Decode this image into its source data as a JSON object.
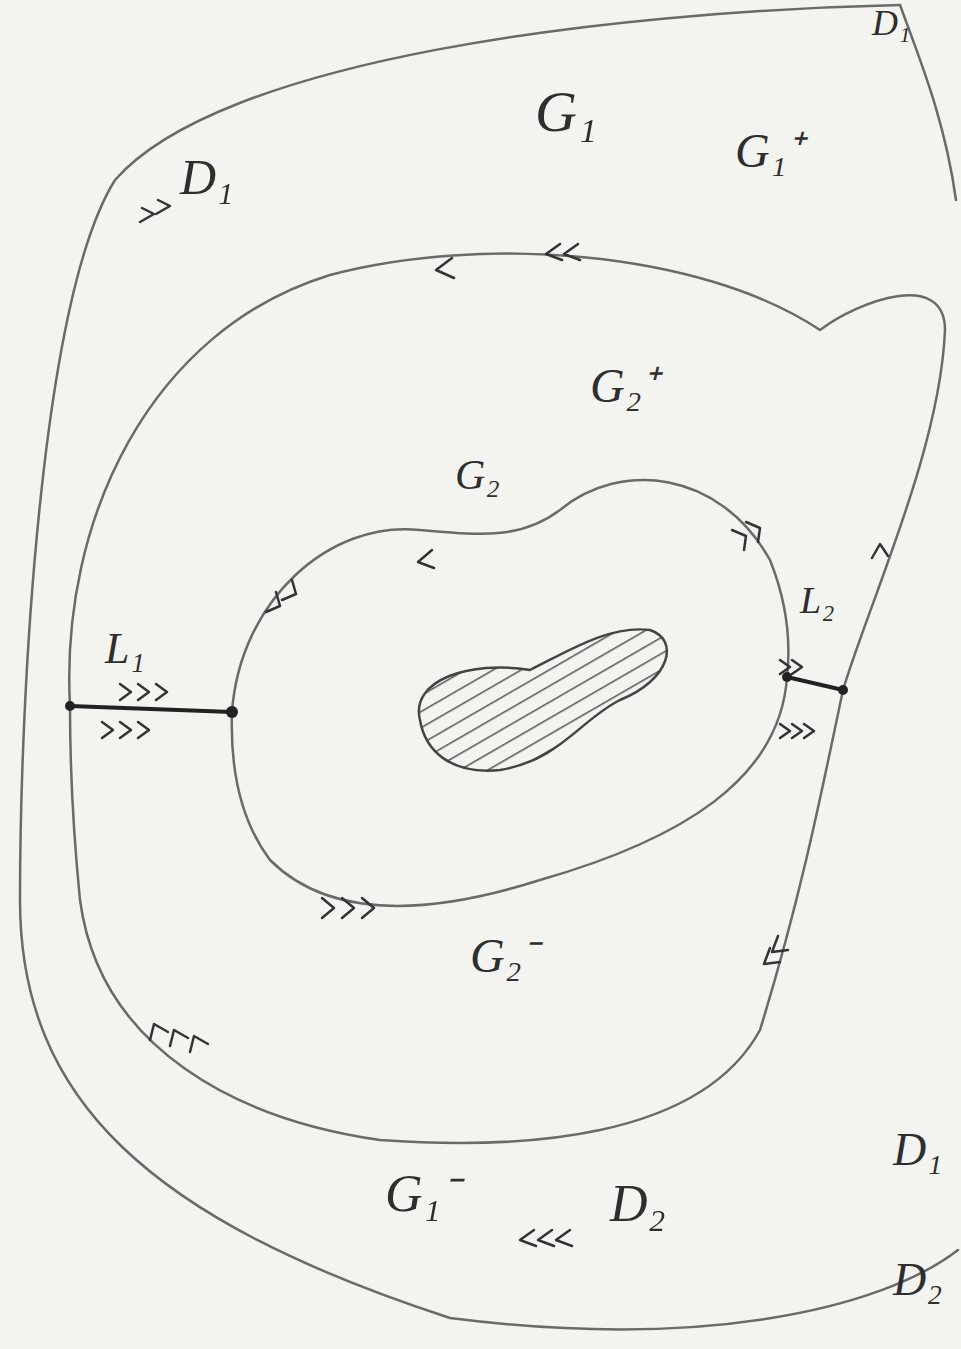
{
  "diagram": {
    "labels": [
      "D₁",
      "D₁",
      "G₁",
      "G₁⁺",
      "G₂⁺",
      "G₂",
      "L₁",
      "L₂",
      "G₂⁻",
      "G₁⁻",
      "D₂",
      "D₁",
      "D₂"
    ]
  }
}
